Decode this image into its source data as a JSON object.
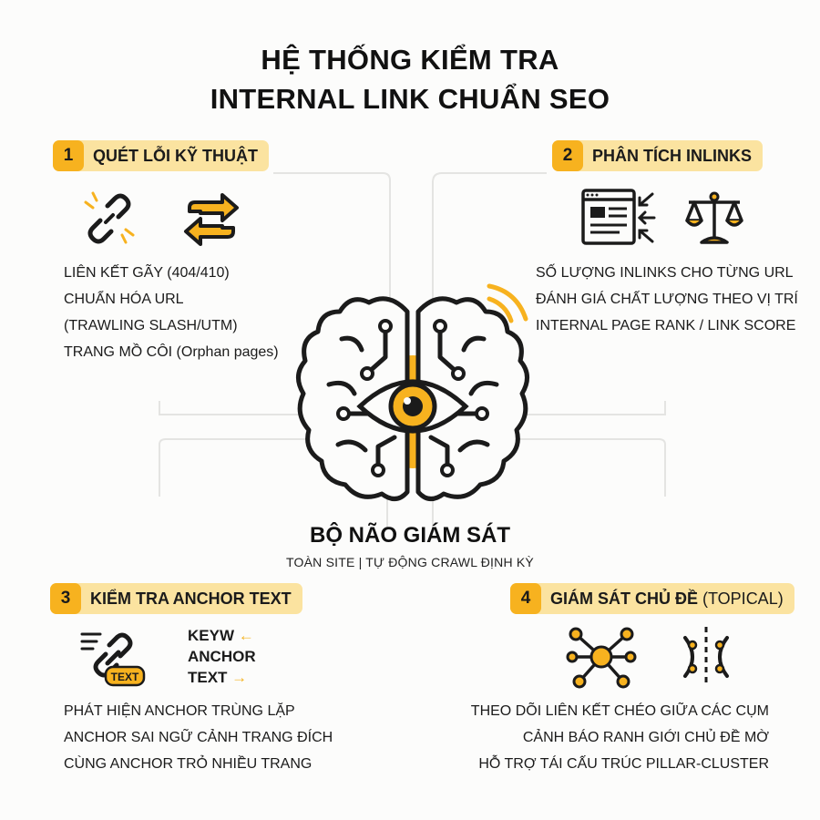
{
  "title": {
    "line1": "HỆ THỐNG KIỂM TRA",
    "line2": "INTERNAL LINK CHUẨN SEO"
  },
  "sections": [
    {
      "number": "1",
      "label": "QUÉT LỖI KỸ THUẬT",
      "icons": [
        "broken-link-icon",
        "swap-arrows-icon"
      ],
      "lines": [
        "LIÊN KẾT GÃY (404/410)",
        "CHUẨN HÓA URL",
        "(TRAWLING SLASH/UTM)",
        "TRANG MỒ CÔI (Orphan pages)"
      ]
    },
    {
      "number": "2",
      "label": "PHÂN TÍCH INLINKS",
      "icons": [
        "webpage-inlinks-icon",
        "balance-scale-icon"
      ],
      "lines": [
        "SỐ LƯỢNG INLINKS CHO TỪNG URL",
        "ĐÁNH GIÁ CHẤT LƯỢNG THEO VỊ TRÍ",
        "INTERNAL PAGE RANK / LINK SCORE"
      ]
    },
    {
      "number": "3",
      "label": "KIỂM TRA ANCHOR TEXT",
      "icons": [
        "link-text-icon"
      ],
      "keywords": [
        "KEYW",
        "ANCHOR",
        "TEXT"
      ],
      "icon_tag": "TEXT",
      "lines": [
        "PHÁT HIỆN ANCHOR TRÙNG LẶP",
        "ANCHOR SAI NGỮ CẢNH TRANG ĐÍCH",
        "CÙNG ANCHOR TRỎ NHIỀU TRANG"
      ]
    },
    {
      "number": "4",
      "label": "GIÁM SÁT CHỦ ĐỀ",
      "label_suffix": "(TOPICAL)",
      "icons": [
        "topic-network-icon",
        "boundary-split-icon"
      ],
      "lines": [
        "THEO DÕI LIÊN KẾT CHÉO GIỮA CÁC CỤM",
        "CẢNH BÁO RANH GIỚI CHỦ ĐỀ  MỜ",
        "HỖ TRỢ TÁI CẤU TRÚC PILLAR-CLUSTER"
      ]
    }
  ],
  "center": {
    "icon": "brain-eye-icon",
    "title": "BỘ NÃO GIÁM SÁT",
    "subtitle": "TOÀN SITE | TỰ ĐỘNG CRAWL ĐỊNH KỲ"
  },
  "colors": {
    "accent": "#f7b21f",
    "badge_bg": "#fbe3a0",
    "ink": "#1b1b1b"
  }
}
